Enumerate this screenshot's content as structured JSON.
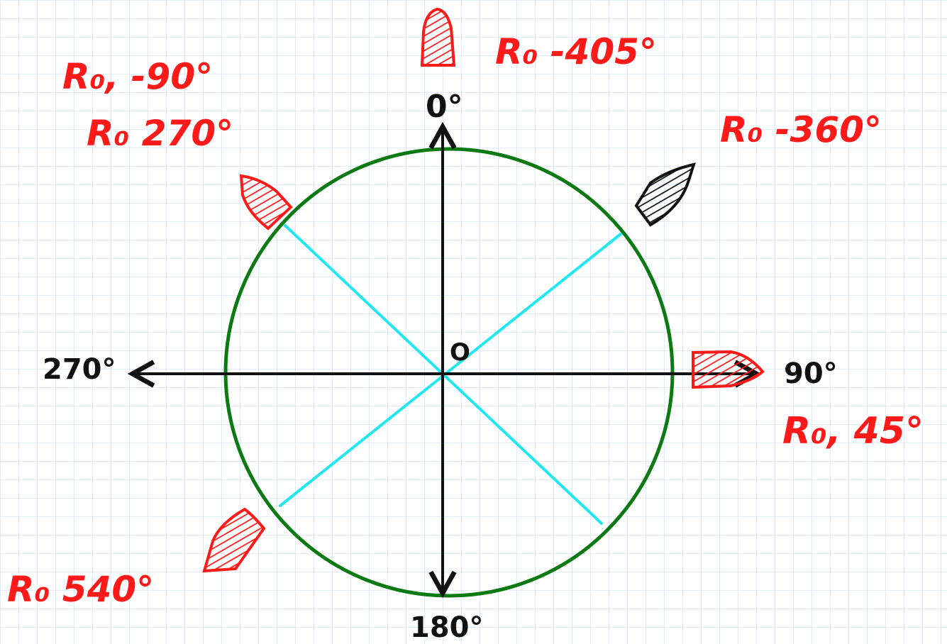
{
  "colors": {
    "background": "#ffffff",
    "grid": "#cfe0f4",
    "circle": "#0b7a12",
    "diagonal": "#22e6f0",
    "axis": "#111111",
    "red": "#ff1a1a",
    "black": "#111111"
  },
  "axes": {
    "top_label": "0°",
    "right_label": "90°",
    "bottom_label": "180°",
    "left_label": "270°",
    "origin_label": "O"
  },
  "annotations": {
    "top": "R₀ -405°",
    "top_left_line1": "R₀, -90°",
    "top_left_line2": "R₀ 270°",
    "top_right": "R₀ -360°",
    "right": "R₀, 45°",
    "bottom_left": "R₀ 540°"
  },
  "markers": [
    {
      "name": "top-marker-red",
      "angle_deg": 0,
      "color": "red"
    },
    {
      "name": "ne-marker-black",
      "angle_deg": 45,
      "color": "black"
    },
    {
      "name": "right-marker-red",
      "angle_deg": 90,
      "color": "red"
    },
    {
      "name": "sw-marker-red",
      "angle_deg": 225,
      "color": "red"
    },
    {
      "name": "nw-marker-red",
      "angle_deg": 315,
      "color": "red"
    }
  ]
}
